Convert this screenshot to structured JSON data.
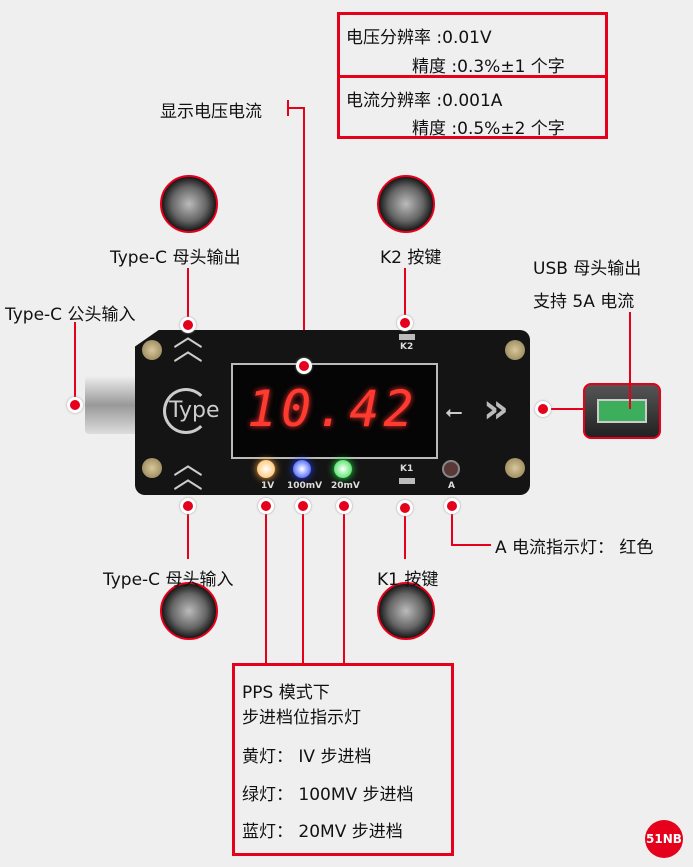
{
  "specs": {
    "voltage": {
      "resolution_label": "电压分辨率",
      "resolution_value": ":0.01V",
      "accuracy_label": "精度",
      "accuracy_value": ":0.3%±1 个字"
    },
    "current": {
      "resolution_label": "电流分辨率",
      "resolution_value": ":0.001A",
      "accuracy_label": "精度",
      "accuracy_value": ":0.5%±2 个字"
    }
  },
  "labels": {
    "display": "显示电压电流",
    "typec_out": "Type-C 母头输出",
    "k2": "K2 按键",
    "usb_out_1": "USB 母头输出",
    "usb_out_2": "支持 5A 电流",
    "typec_male_in": "Type-C 公头输入",
    "typec_female_in": "Type-C 母头输入",
    "k1": "K1 按键",
    "a_led": "A 电流指示灯：  红色"
  },
  "device": {
    "reading": "10.42",
    "logo": "Type",
    "k2": "K2",
    "k1": "K1",
    "led_1v": "1V",
    "led_100mv": "100mV",
    "led_20mv": "20mV",
    "led_a": "A"
  },
  "pps_box": {
    "line1": "PPS 模式下",
    "line2": "步进档位指示灯",
    "yellow": "黄灯：  IV 步进档",
    "green": "绿灯：  100MV 步进档",
    "blue": "蓝灯：  20MV 步进档"
  },
  "watermark": "51NB",
  "colors": {
    "accent": "#e5001c",
    "background": "#efefef",
    "segment": "#ff3b2f"
  }
}
